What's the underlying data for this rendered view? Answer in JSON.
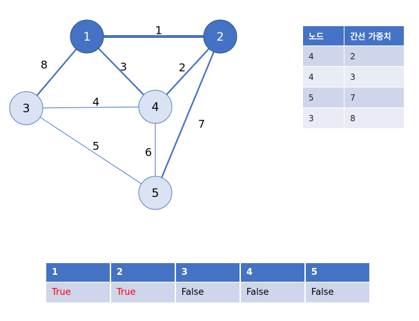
{
  "graph": {
    "nodes": [
      {
        "id": "1",
        "label": "1",
        "visited": true
      },
      {
        "id": "2",
        "label": "2",
        "visited": true
      },
      {
        "id": "3",
        "label": "3",
        "visited": false
      },
      {
        "id": "4",
        "label": "4",
        "visited": false
      },
      {
        "id": "5",
        "label": "5",
        "visited": false
      }
    ],
    "edges": [
      {
        "from": "1",
        "to": "2",
        "weight": "1",
        "emphasis": "selected"
      },
      {
        "from": "1",
        "to": "3",
        "weight": "8",
        "emphasis": "candidate"
      },
      {
        "from": "1",
        "to": "4",
        "weight": "3",
        "emphasis": "candidate"
      },
      {
        "from": "2",
        "to": "4",
        "weight": "2",
        "emphasis": "candidate"
      },
      {
        "from": "2",
        "to": "5",
        "weight": "7",
        "emphasis": "candidate"
      },
      {
        "from": "3",
        "to": "4",
        "weight": "4",
        "emphasis": "normal"
      },
      {
        "from": "3",
        "to": "5",
        "weight": "5",
        "emphasis": "normal"
      },
      {
        "from": "4",
        "to": "5",
        "weight": "6",
        "emphasis": "normal"
      }
    ]
  },
  "edge_table": {
    "headers": [
      "노드",
      "간선 가중치"
    ],
    "rows": [
      [
        "4",
        "2"
      ],
      [
        "4",
        "3"
      ],
      [
        "5",
        "7"
      ],
      [
        "3",
        "8"
      ]
    ]
  },
  "visited_table": {
    "headers": [
      "1",
      "2",
      "3",
      "4",
      "5"
    ],
    "values": [
      "True",
      "True",
      "False",
      "False",
      "False"
    ]
  },
  "colors": {
    "visited_node": "#4472c4",
    "unvisited_node": "#dae3f3",
    "node_border": "#5b7fbf",
    "edge": "#4472c4",
    "true_text": "#ff0000"
  }
}
